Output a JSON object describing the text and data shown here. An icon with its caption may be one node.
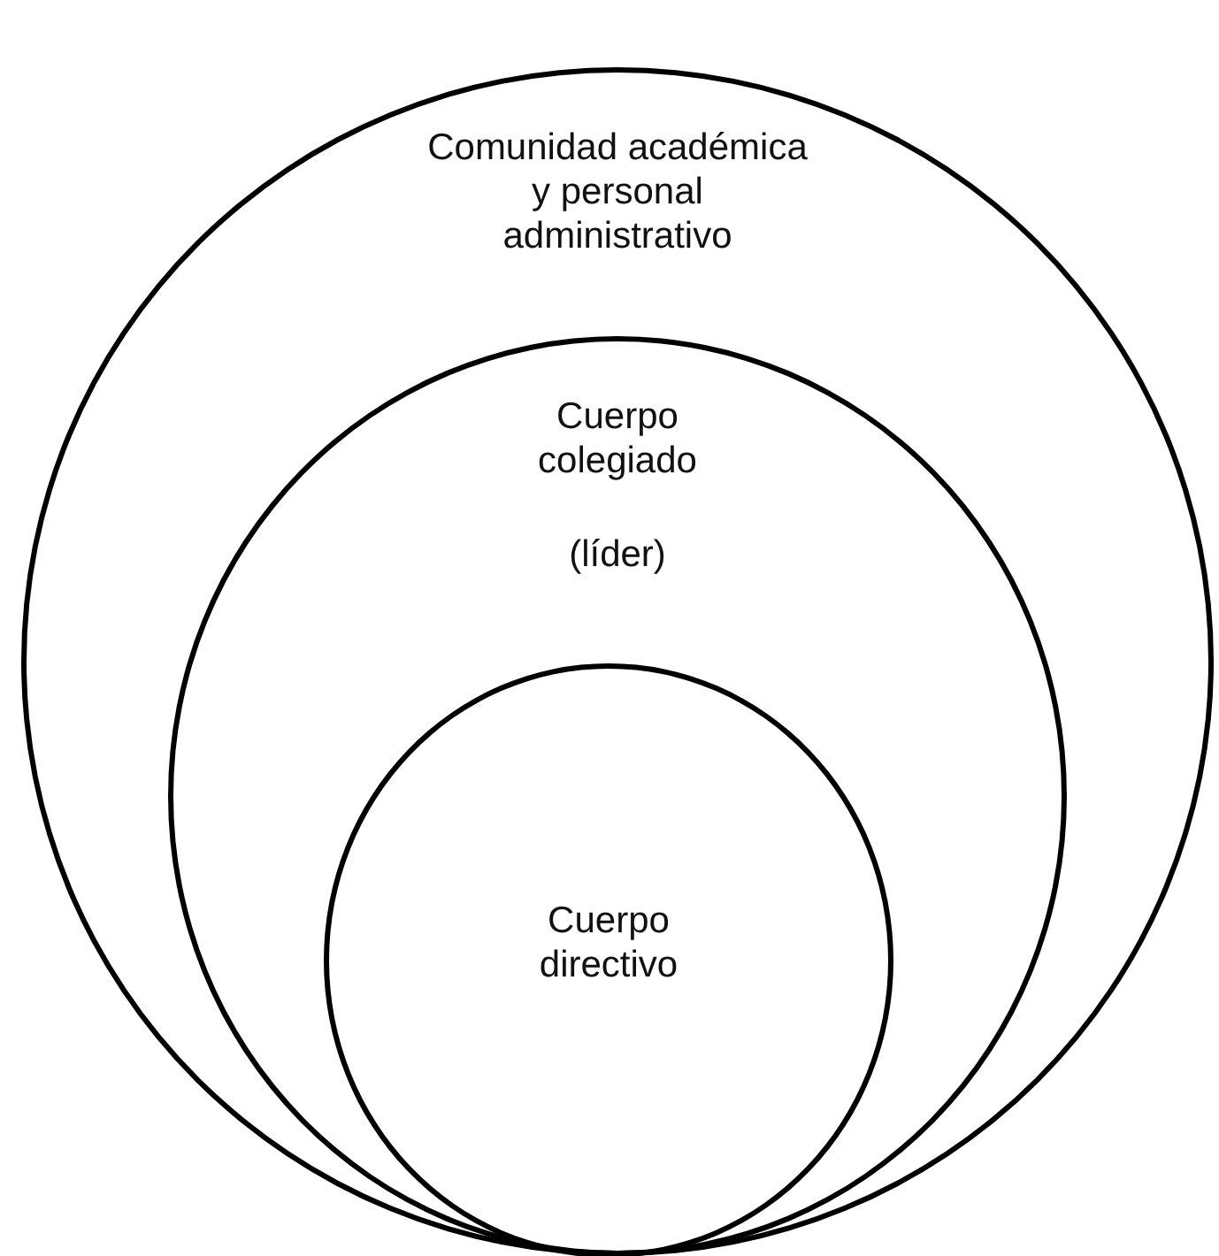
{
  "diagram": {
    "nodes": [
      {
        "text": [
          "Comunidad académica y personal administrativo"
        ]
      },
      {
        "text": [
          "Cuerpo colegiado",
          "(líder)"
        ],
        "in": 0
      },
      {
        "text": [
          "Cuerpo directivo"
        ],
        "in": 1
      }
    ]
  }
}
